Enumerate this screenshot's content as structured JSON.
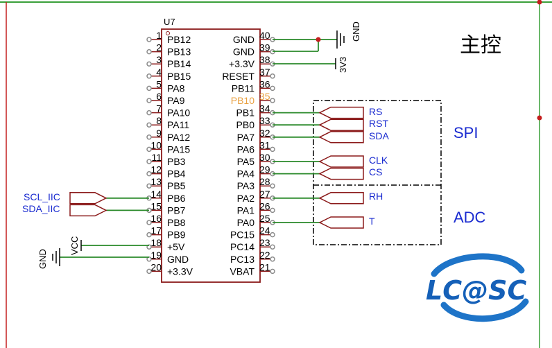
{
  "component": {
    "designator": "U7",
    "left_pins": [
      {
        "num": "1",
        "name": "PB12"
      },
      {
        "num": "2",
        "name": "PB13"
      },
      {
        "num": "3",
        "name": "PB14"
      },
      {
        "num": "4",
        "name": "PB15"
      },
      {
        "num": "5",
        "name": "PA8"
      },
      {
        "num": "6",
        "name": "PA9"
      },
      {
        "num": "7",
        "name": "PA10"
      },
      {
        "num": "8",
        "name": "PA11"
      },
      {
        "num": "9",
        "name": "PA12"
      },
      {
        "num": "10",
        "name": "PA15"
      },
      {
        "num": "11",
        "name": "PB3"
      },
      {
        "num": "12",
        "name": "PB4"
      },
      {
        "num": "13",
        "name": "PB5"
      },
      {
        "num": "14",
        "name": "PB6"
      },
      {
        "num": "15",
        "name": "PB7"
      },
      {
        "num": "16",
        "name": "PB8"
      },
      {
        "num": "17",
        "name": "PB9"
      },
      {
        "num": "18",
        "name": "+5V"
      },
      {
        "num": "19",
        "name": "GND"
      },
      {
        "num": "20",
        "name": "+3.3V"
      }
    ],
    "right_pins": [
      {
        "num": "40",
        "name": "GND"
      },
      {
        "num": "39",
        "name": "GND"
      },
      {
        "num": "38",
        "name": "+3.3V"
      },
      {
        "num": "37",
        "name": "RESET"
      },
      {
        "num": "36",
        "name": "PB11"
      },
      {
        "num": "35",
        "name": "PB10",
        "highlight": true
      },
      {
        "num": "34",
        "name": "PB1"
      },
      {
        "num": "33",
        "name": "PB0"
      },
      {
        "num": "32",
        "name": "PA7"
      },
      {
        "num": "31",
        "name": "PA6"
      },
      {
        "num": "30",
        "name": "PA5"
      },
      {
        "num": "29",
        "name": "PA4"
      },
      {
        "num": "28",
        "name": "PA3"
      },
      {
        "num": "27",
        "name": "PA2"
      },
      {
        "num": "26",
        "name": "PA1"
      },
      {
        "num": "25",
        "name": "PA0"
      },
      {
        "num": "24",
        "name": "PC15"
      },
      {
        "num": "23",
        "name": "PC14"
      },
      {
        "num": "22",
        "name": "PC13"
      },
      {
        "num": "21",
        "name": "VBAT"
      }
    ]
  },
  "title": "主控",
  "groups": {
    "spi": "SPI",
    "adc": "ADC"
  },
  "net_labels": {
    "rs": "RS",
    "rst": "RST",
    "sda": "SDA",
    "clk": "CLK",
    "cs": "CS",
    "rh": "RH",
    "t": "T",
    "scl_iic": "SCL_IIC",
    "sda_iic": "SDA_IIC"
  },
  "power": {
    "gnd_top": "GND",
    "v33": "3V3",
    "vcc": "VCC",
    "gnd_left": "GND"
  },
  "logo": {
    "text": "LC@SC"
  },
  "colors": {
    "wire": "#2a8a2a",
    "body": "#8b1a1a",
    "net_text": "#1a2bd0",
    "highlight": "#e8a040",
    "frame": "#3aa03a",
    "frame_dot": "#c41e1e",
    "logo_blue": "#1e74c8",
    "logo_text": "#1560b8"
  }
}
